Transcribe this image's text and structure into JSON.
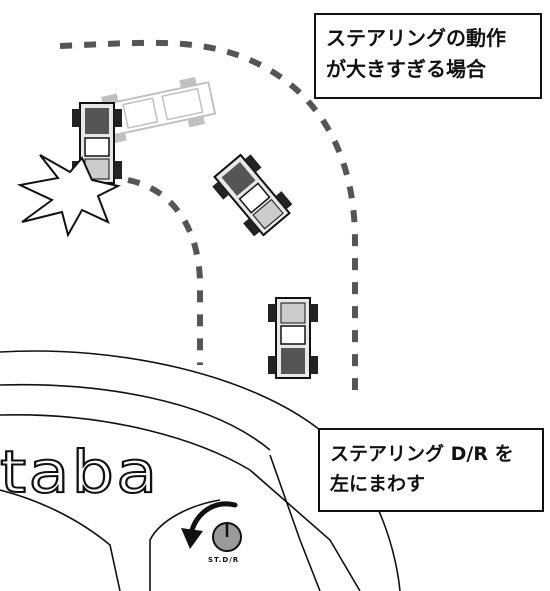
{
  "callouts": {
    "top": {
      "line1": "ステアリングの動作",
      "line2": "が大きすぎる場合"
    },
    "bottom": {
      "line1": "ステアリング D/R を",
      "line2": "左にまわす"
    }
  },
  "transmitter": {
    "logo_text": "taba",
    "knob_label": "ST.D/R"
  },
  "icons": {
    "crash": "crash-burst-icon",
    "rotate": "counterclockwise-arrow-icon"
  }
}
